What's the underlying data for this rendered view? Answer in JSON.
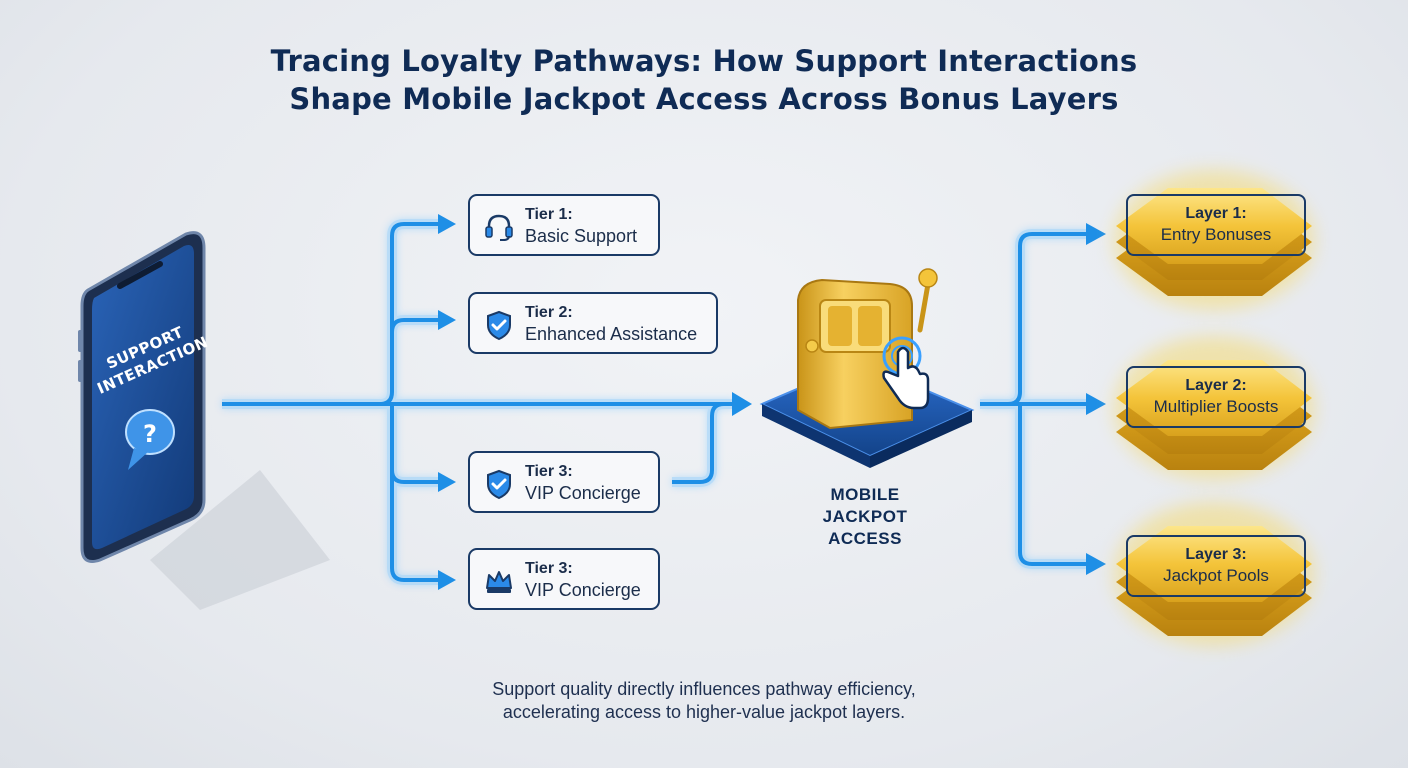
{
  "title": {
    "line1": "Tracing Loyalty Pathways: How Support Interactions",
    "line2": "Shape Mobile Jackpot Access Across Bonus Layers"
  },
  "phone": {
    "label_line1": "SUPPORT",
    "label_line2": "INTERACTION",
    "icon": "question-chat-bubble-icon"
  },
  "tiers": [
    {
      "name": "Tier 1:",
      "desc": "Basic Support",
      "icon": "headset-icon"
    },
    {
      "name": "Tier 2:",
      "desc": "Enhanced Assistance",
      "icon": "shield-check-icon"
    },
    {
      "name": "Tier 3:",
      "desc": "VIP Concierge",
      "icon": "shield-check-icon"
    },
    {
      "name": "Tier 3:",
      "desc": "VIP Concierge",
      "icon": "crown-icon"
    }
  ],
  "hub": {
    "label_line1": "MOBILE",
    "label_line2": "JACKPOT",
    "label_line3": "ACCESS",
    "icon": "slot-machine-icon"
  },
  "layers": [
    {
      "name": "Layer 1:",
      "desc": "Entry Bonuses"
    },
    {
      "name": "Layer 2:",
      "desc": "Multiplier Boosts"
    },
    {
      "name": "Layer 3:",
      "desc": "Jackpot Pools"
    }
  ],
  "caption": {
    "line1": "Support quality directly influences pathway efficiency,",
    "line2": "accelerating access to higher-value jackpot layers."
  },
  "colors": {
    "background": "#e6e9ee",
    "title": "#0f2b55",
    "flow": "#1e8fe6",
    "flow_glow": "#7cc7ff",
    "box_border": "#1a3a66",
    "gold": "#f2c233",
    "gold_dark": "#c8961a",
    "phone_screen": "#1d4f99"
  }
}
